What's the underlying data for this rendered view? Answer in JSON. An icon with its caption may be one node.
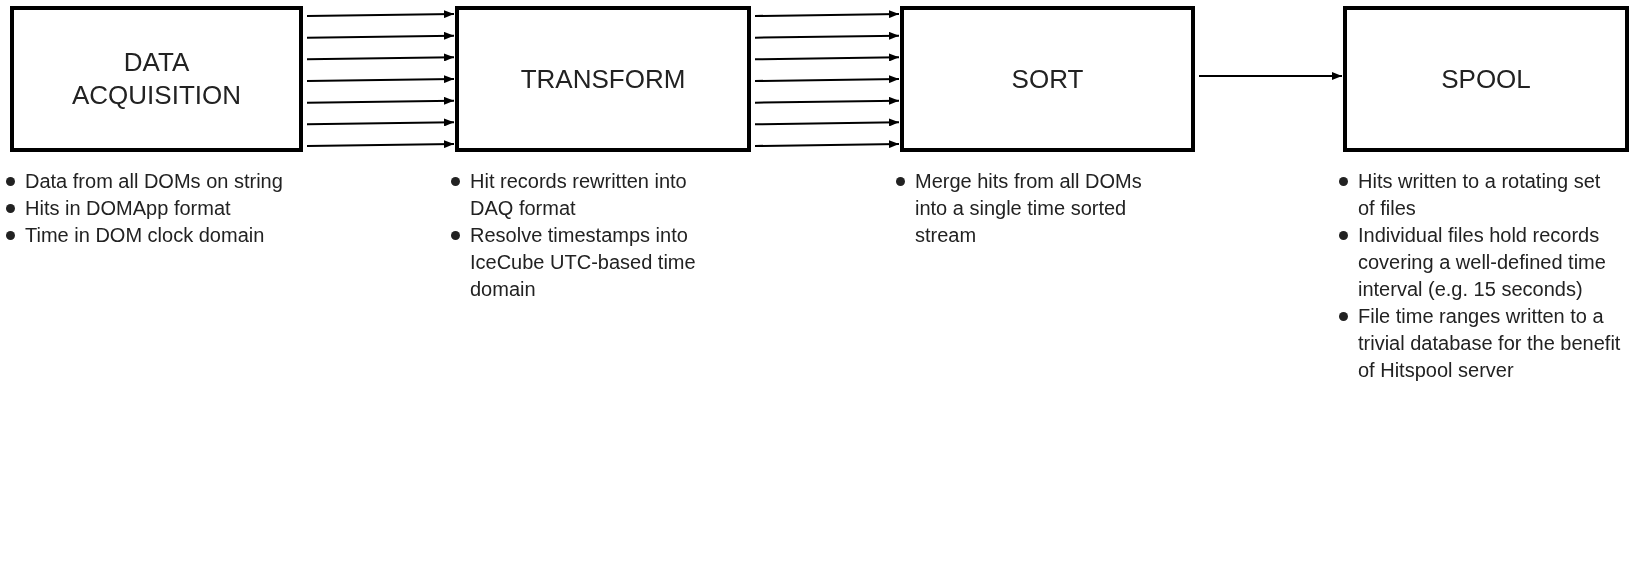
{
  "diagram": {
    "nodes": [
      {
        "text": [
          "DATA ACQUISITION"
        ],
        "beside": [
          "Data from all DOMs on string",
          "Hits in DOMApp format",
          "Time in DOM clock domain"
        ]
      },
      {
        "text": [
          "TRANSFORM"
        ],
        "beside": [
          "Hit records rewritten into DAQ format",
          "Resolve timestamps into IceCube UTC-based time domain"
        ]
      },
      {
        "text": [
          "SORT"
        ],
        "beside": [
          "Merge hits from all DOMs into a single time sorted stream"
        ]
      },
      {
        "text": [
          "SPOOL"
        ],
        "beside": [
          "Hits written to a rotating set of files",
          "Individual files hold records covering a well-defined time interval (e.g. 15 seconds)",
          "File time ranges written to a trivial database for the benefit of Hitspool server"
        ]
      }
    ],
    "edges": [
      {
        "from": 0,
        "to": 1,
        "arrow": "to"
      },
      {
        "from": 0,
        "to": 1,
        "arrow": "to"
      },
      {
        "from": 0,
        "to": 1,
        "arrow": "to"
      },
      {
        "from": 0,
        "to": 1,
        "arrow": "to"
      },
      {
        "from": 0,
        "to": 1,
        "arrow": "to"
      },
      {
        "from": 0,
        "to": 1,
        "arrow": "to"
      },
      {
        "from": 0,
        "to": 1,
        "arrow": "to"
      },
      {
        "from": 1,
        "to": 2,
        "arrow": "to"
      },
      {
        "from": 1,
        "to": 2,
        "arrow": "to"
      },
      {
        "from": 1,
        "to": 2,
        "arrow": "to"
      },
      {
        "from": 1,
        "to": 2,
        "arrow": "to"
      },
      {
        "from": 1,
        "to": 2,
        "arrow": "to"
      },
      {
        "from": 1,
        "to": 2,
        "arrow": "to"
      },
      {
        "from": 1,
        "to": 2,
        "arrow": "to"
      },
      {
        "from": 2,
        "to": 3,
        "arrow": "to"
      }
    ]
  }
}
